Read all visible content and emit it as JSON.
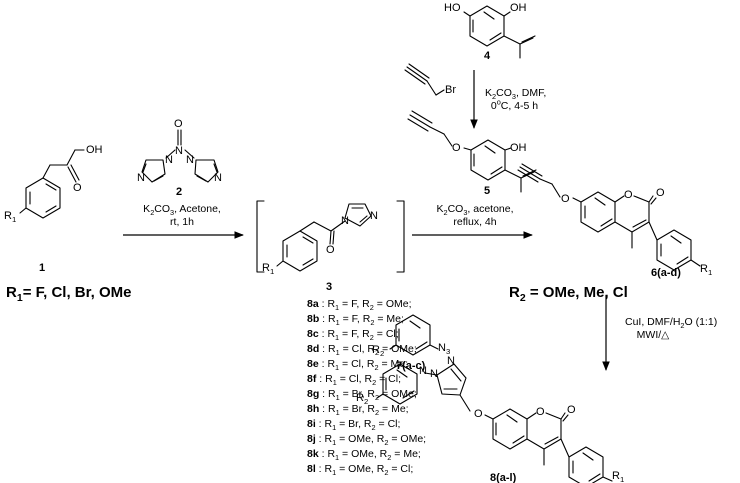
{
  "compound_labels": {
    "c1": "1",
    "c2": "2",
    "c3": "3",
    "c4": "4",
    "c5": "5",
    "c6": "6(a-d)",
    "c7": "7(a-c)",
    "c8": "8(a-l)"
  },
  "r1_definition": "R1= F, Cl, Br, OMe",
  "r2_definition": "R2 = OMe, Me, Cl",
  "atom_labels": {
    "oh": "OH",
    "o": "O",
    "ho": "HO",
    "br": "Br",
    "n": "N",
    "n3": "N3",
    "r1": "R1",
    "r2": "R2"
  },
  "conditions": {
    "step1": [
      "K2CO3, Acetone,",
      "rt, 1h"
    ],
    "step2": [
      "K2CO3, DMF,",
      "0°C, 4-5 h"
    ],
    "step3": [
      "K2CO3, acetone,",
      "reflux, 4h"
    ],
    "step4": [
      "CuI, DMF/H2O (1:1)",
      "MWI/△"
    ]
  },
  "compound_list": [
    {
      "id": "8a",
      "r1": "F",
      "r2": "OMe"
    },
    {
      "id": "8b",
      "r1": "F",
      "r2": "Me"
    },
    {
      "id": "8c",
      "r1": "F",
      "r2": "Cl"
    },
    {
      "id": "8d",
      "r1": "Cl",
      "r2": "OMe"
    },
    {
      "id": "8e",
      "r1": "Cl",
      "r2": "Me"
    },
    {
      "id": "8f",
      "r1": "Cl",
      "r2": "Cl"
    },
    {
      "id": "8g",
      "r1": "Br",
      "r2": "OMe"
    },
    {
      "id": "8h",
      "r1": "Br",
      "r2": "Me"
    },
    {
      "id": "8i",
      "r1": "Br",
      "r2": "Cl"
    },
    {
      "id": "8j",
      "r1": "OMe",
      "r2": "OMe"
    },
    {
      "id": "8k",
      "r1": "OMe",
      "r2": "Me"
    },
    {
      "id": "8l",
      "r1": "OMe",
      "r2": "Cl"
    }
  ]
}
